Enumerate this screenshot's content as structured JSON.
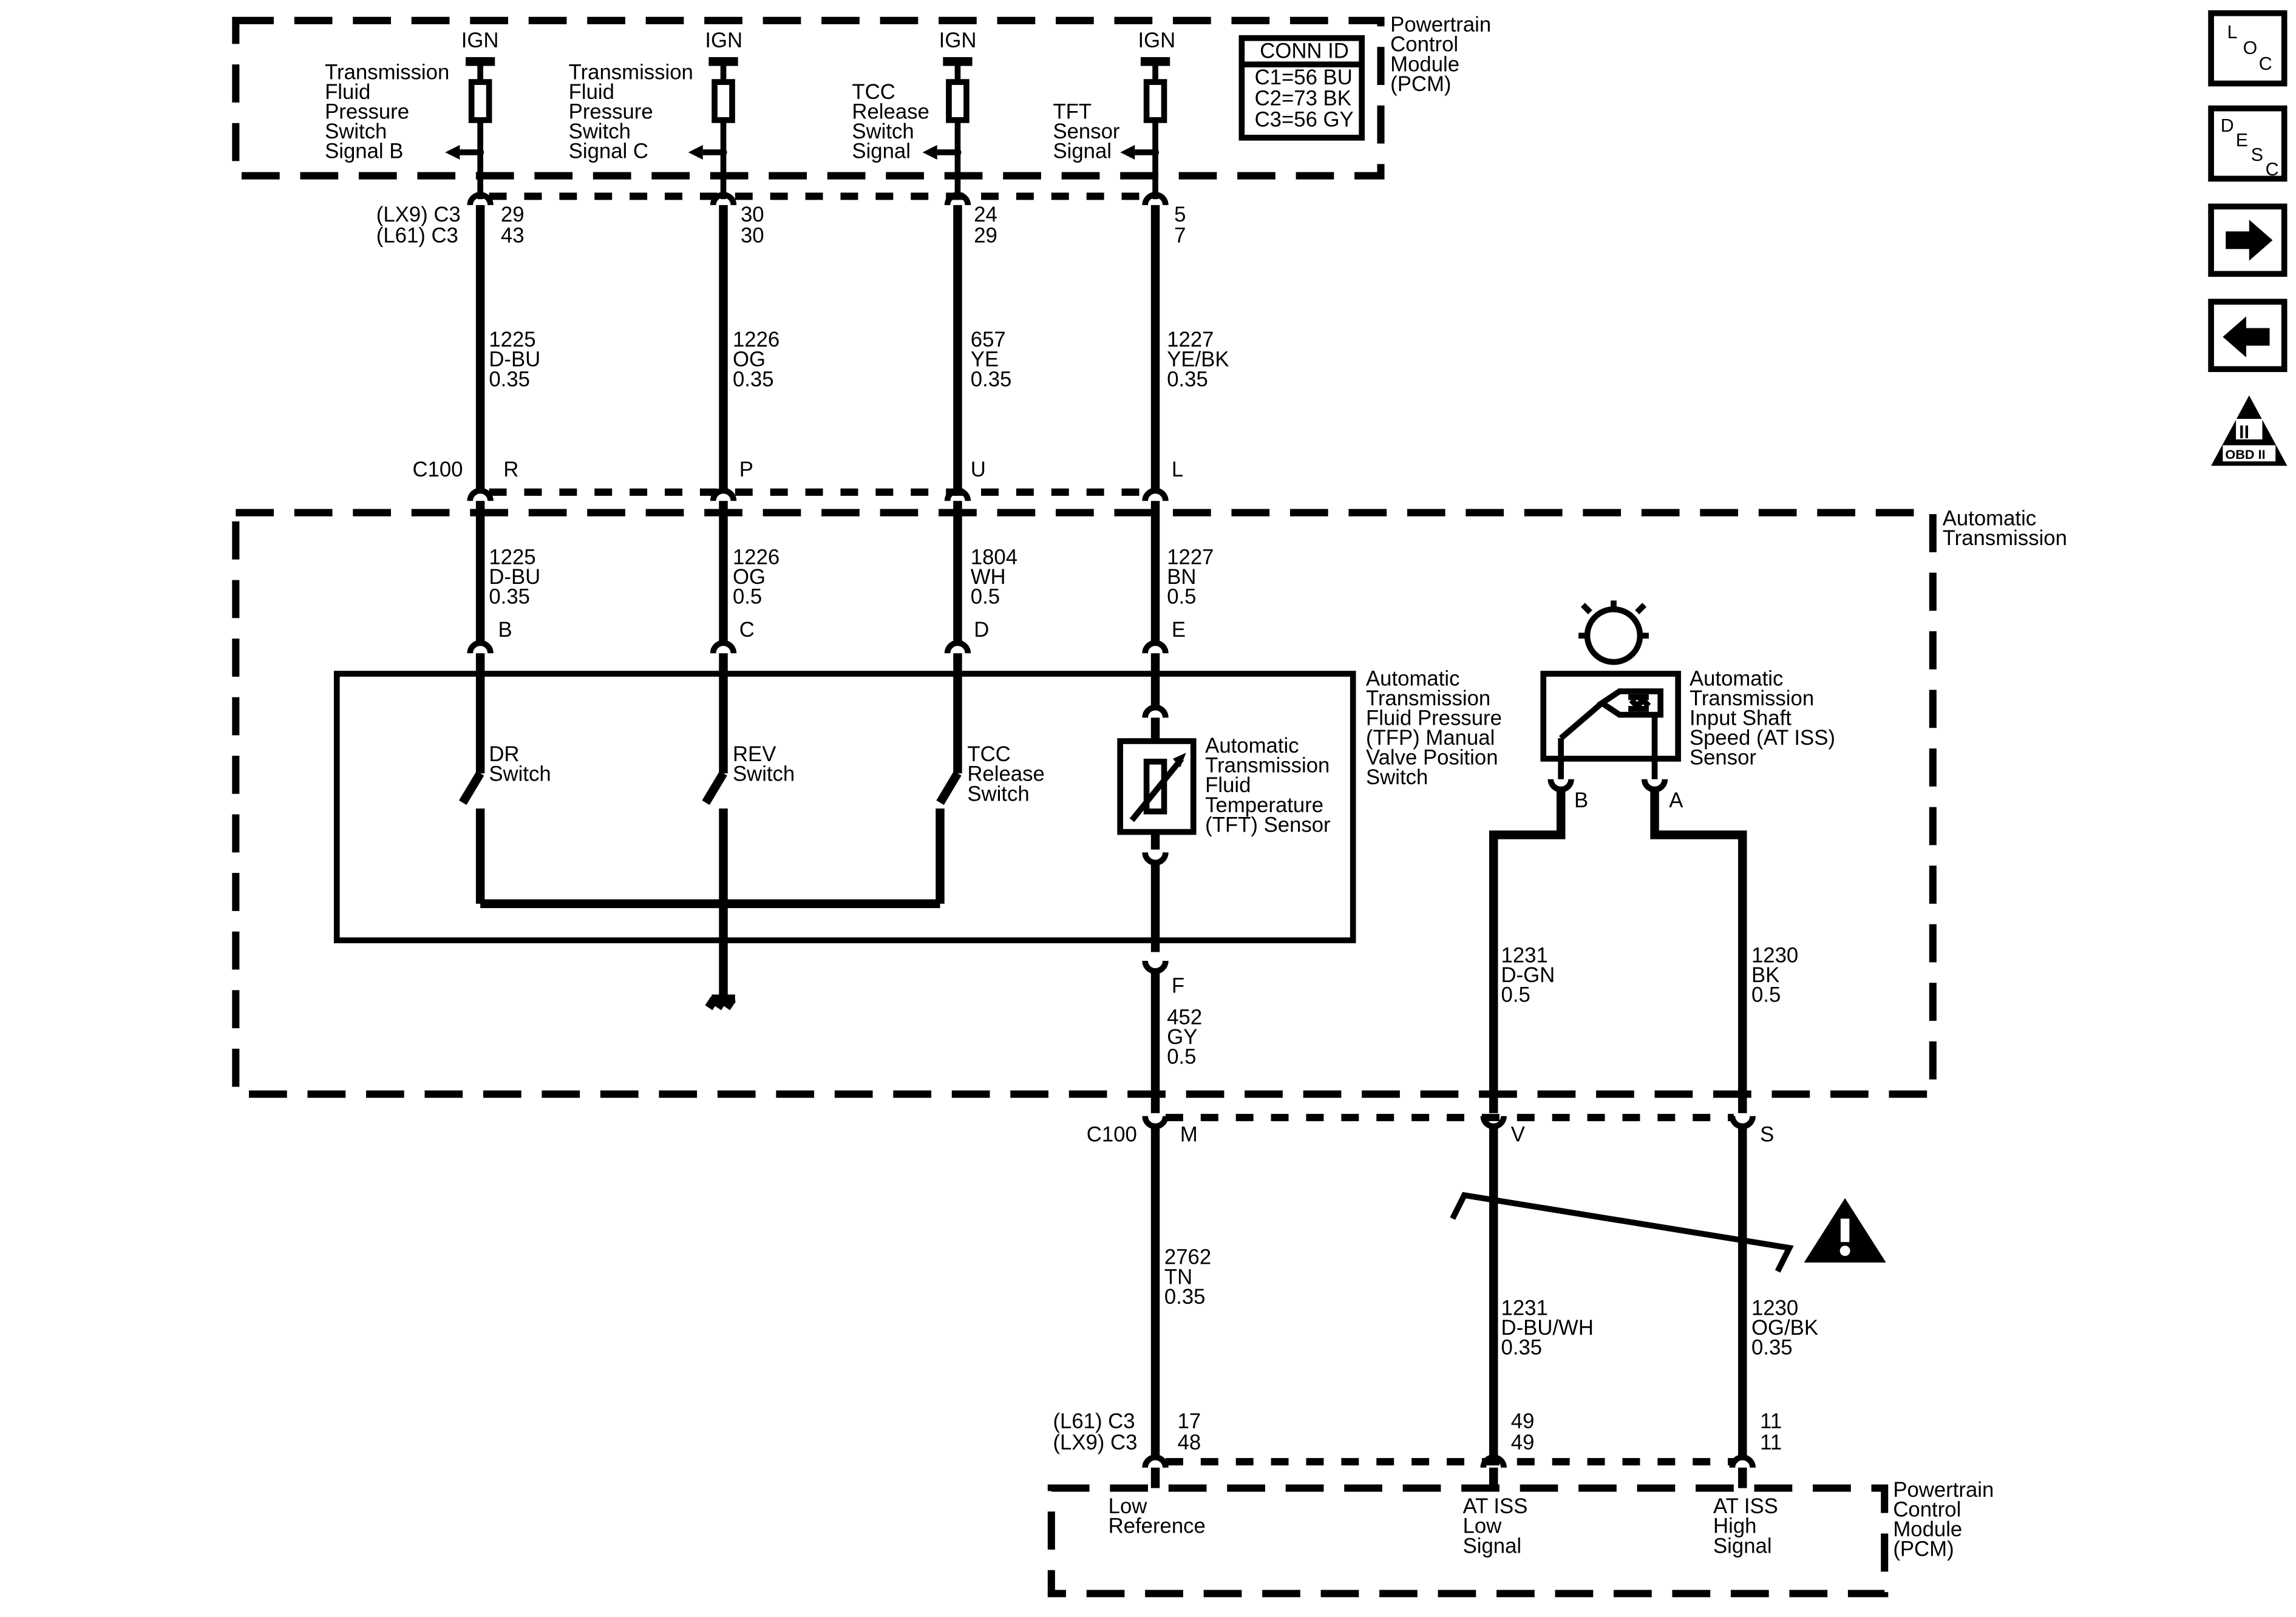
{
  "pcm": {
    "title_lines": [
      "Powertrain",
      "Control",
      "Module",
      "(PCM)"
    ],
    "conn_id": {
      "title": "CONN ID",
      "rows": [
        "C1=56 BU",
        "C2=73 BK",
        "C3=56 GY"
      ]
    },
    "ign": "IGN",
    "signals": [
      {
        "lines": [
          "Transmission",
          "Fluid",
          "Pressure",
          "Switch",
          "Signal B"
        ]
      },
      {
        "lines": [
          "Transmission",
          "Fluid",
          "Pressure",
          "Switch",
          "Signal C"
        ]
      },
      {
        "lines": [
          "TCC",
          "Release",
          "Switch",
          "Signal"
        ]
      },
      {
        "lines": [
          "TFT",
          "Sensor",
          "Signal"
        ]
      }
    ]
  },
  "top_pins": {
    "labels": [
      "(LX9) C3",
      "(L61) C3"
    ],
    "cols": [
      {
        "a": "29",
        "b": "43"
      },
      {
        "a": "30",
        "b": "30"
      },
      {
        "a": "24",
        "b": "29"
      },
      {
        "a": "5",
        "b": "7"
      }
    ]
  },
  "upper_wires": [
    {
      "circuit": "1225",
      "color": "D-BU",
      "gauge": "0.35"
    },
    {
      "circuit": "1226",
      "color": "OG",
      "gauge": "0.35"
    },
    {
      "circuit": "657",
      "color": "YE",
      "gauge": "0.35"
    },
    {
      "circuit": "1227",
      "color": "YE/BK",
      "gauge": "0.35"
    }
  ],
  "c100_top": {
    "name": "C100",
    "pins": [
      "R",
      "P",
      "U",
      "L"
    ]
  },
  "trans": {
    "title_lines": [
      "Automatic",
      "Transmission"
    ]
  },
  "mid_wires": [
    {
      "circuit": "1225",
      "color": "D-BU",
      "gauge": "0.35"
    },
    {
      "circuit": "1226",
      "color": "OG",
      "gauge": "0.5"
    },
    {
      "circuit": "1804",
      "color": "WH",
      "gauge": "0.5"
    },
    {
      "circuit": "1227",
      "color": "BN",
      "gauge": "0.5"
    }
  ],
  "tfp_pins": [
    "B",
    "C",
    "D",
    "E"
  ],
  "tfp": {
    "title_lines": [
      "Automatic",
      "Transmission",
      "Fluid Pressure",
      "(TFP) Manual",
      "Valve Position",
      "Switch"
    ]
  },
  "switches": [
    {
      "lines": [
        "DR",
        "Switch"
      ]
    },
    {
      "lines": [
        "REV",
        "Switch"
      ]
    },
    {
      "lines": [
        "TCC",
        "Release",
        "Switch"
      ]
    }
  ],
  "tft": {
    "title_lines": [
      "Automatic",
      "Transmission",
      "Fluid",
      "Temperature",
      "(TFT) Sensor"
    ]
  },
  "tft_pin_f": "F",
  "wire_452": {
    "circuit": "452",
    "color": "GY",
    "gauge": "0.5"
  },
  "iss": {
    "title_lines": [
      "Automatic",
      "Transmission",
      "Input Shaft",
      "Speed (AT ISS)",
      "Sensor"
    ],
    "pin_b": "B",
    "pin_a": "A"
  },
  "iss_wires": [
    {
      "circuit": "1231",
      "color": "D-GN",
      "gauge": "0.5"
    },
    {
      "circuit": "1230",
      "color": "BK",
      "gauge": "0.5"
    }
  ],
  "c100_bottom": {
    "name": "C100",
    "pins": [
      "M",
      "V",
      "S"
    ]
  },
  "lower_wires": [
    {
      "circuit": "2762",
      "color": "TN",
      "gauge": "0.35"
    },
    {
      "circuit": "1231",
      "color": "D-BU/WH",
      "gauge": "0.35"
    },
    {
      "circuit": "1230",
      "color": "OG/BK",
      "gauge": "0.35"
    }
  ],
  "bottom_pins": {
    "labels": [
      "(L61) C3",
      "(LX9) C3"
    ],
    "cols": [
      {
        "a": "17",
        "b": "48"
      },
      {
        "a": "49",
        "b": "49"
      },
      {
        "a": "11",
        "b": "11"
      }
    ]
  },
  "pcm_bottom": {
    "title_lines": [
      "Powertrain",
      "Control",
      "Module",
      "(PCM)"
    ],
    "signals": [
      {
        "lines": [
          "Low",
          "Reference"
        ]
      },
      {
        "lines": [
          "AT ISS",
          "Low",
          "Signal"
        ]
      },
      {
        "lines": [
          "AT ISS",
          "High",
          "Signal"
        ]
      }
    ]
  },
  "nav": {
    "loc": [
      "L",
      "O",
      "C"
    ],
    "desc": [
      "D",
      "E",
      "S",
      "C"
    ],
    "obd_numeral": "II",
    "obd_text": "OBD II"
  },
  "colors": {
    "line": "#000000",
    "background": "#ffffff"
  },
  "icons": [
    "warning-icon",
    "loc-icon",
    "desc-icon",
    "arrow-right-icon",
    "arrow-left-icon",
    "obd2-icon",
    "ground-icon",
    "sensor-icon"
  ]
}
